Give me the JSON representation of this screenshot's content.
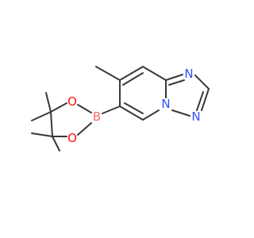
{
  "atoms": {
    "N1": {
      "symbol": "N",
      "color": "#3050F8"
    },
    "N2": {
      "symbol": "N",
      "color": "#3050F8"
    },
    "N3": {
      "symbol": "N",
      "color": "#3050F8"
    },
    "B": {
      "symbol": "B",
      "color": "#FF6B6B"
    },
    "O1": {
      "symbol": "O",
      "color": "#FF0D0D"
    },
    "O2": {
      "symbol": "O",
      "color": "#FF0D0D"
    }
  },
  "colors": {
    "bond": "#383838",
    "background": "#FFFFFF"
  }
}
